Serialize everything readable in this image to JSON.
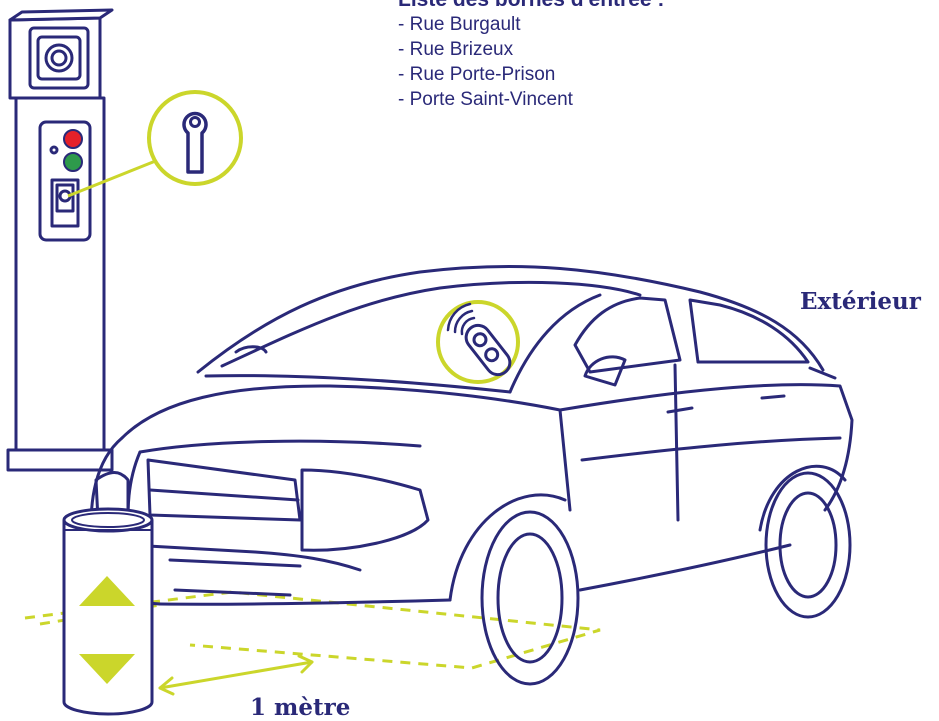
{
  "colors": {
    "line": "#2a2978",
    "accent": "#cbd62b",
    "red_light": "#e5212a",
    "green_light": "#2e9a4b",
    "white": "#ffffff"
  },
  "entry_list": {
    "title": "Liste des bornes d'entrée :",
    "items": [
      "- Rue Burgault",
      "- Rue Brizeux",
      "- Rue Porte-Prison",
      "- Porte Saint-Vincent"
    ]
  },
  "labels": {
    "exterior": "Extérieur",
    "distance": "1 mètre"
  },
  "icons": {
    "card_reader": "key-slot-icon",
    "remote": "remote-control-icon",
    "up": "arrow-up-icon",
    "down": "arrow-down-icon"
  }
}
